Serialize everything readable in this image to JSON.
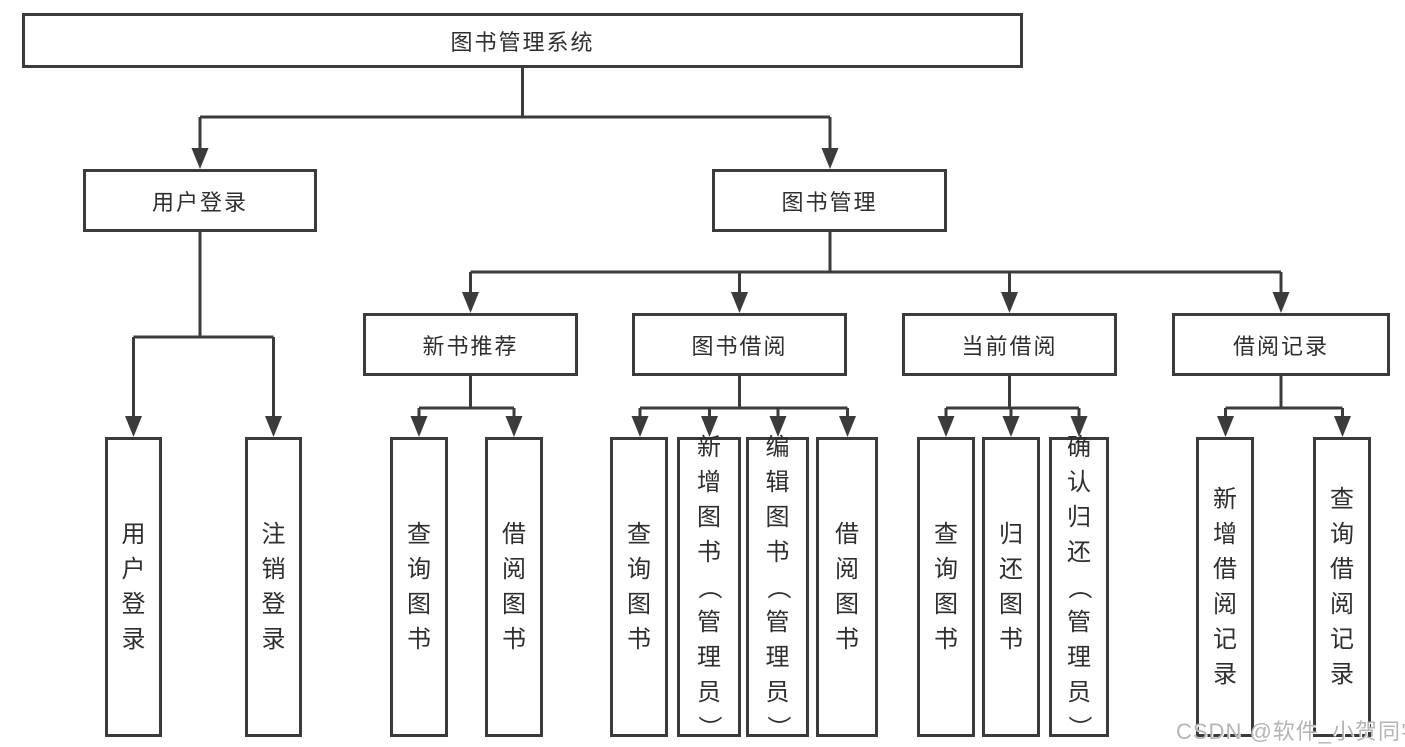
{
  "diagram": {
    "colors": {
      "line": "#3b3b3b",
      "text": "#2e2e2e",
      "watermark_text": "#b5b5b5",
      "background": "#ffffff"
    },
    "watermark": {
      "text": "CSDN @软件_小贺同学"
    },
    "tree": {
      "label": "图书管理系统",
      "children": [
        {
          "label": "用户登录",
          "children": [
            {
              "label": "用户登录"
            },
            {
              "label": "注销登录"
            }
          ]
        },
        {
          "label": "图书管理",
          "children": [
            {
              "label": "新书推荐",
              "children": [
                {
                  "label": "查询图书"
                },
                {
                  "label": "借阅图书"
                }
              ]
            },
            {
              "label": "图书借阅",
              "children": [
                {
                  "label": "查询图书"
                },
                {
                  "label": "新增图书（管理员）"
                },
                {
                  "label": "编辑图书（管理员）"
                },
                {
                  "label": "借阅图书"
                }
              ]
            },
            {
              "label": "当前借阅",
              "children": [
                {
                  "label": "查询图书"
                },
                {
                  "label": "归还图书"
                },
                {
                  "label": "确认归还（管理员）"
                }
              ]
            },
            {
              "label": "借阅记录",
              "children": [
                {
                  "label": "新增借阅记录"
                },
                {
                  "label": "查询借阅记录"
                }
              ]
            }
          ]
        }
      ]
    }
  }
}
